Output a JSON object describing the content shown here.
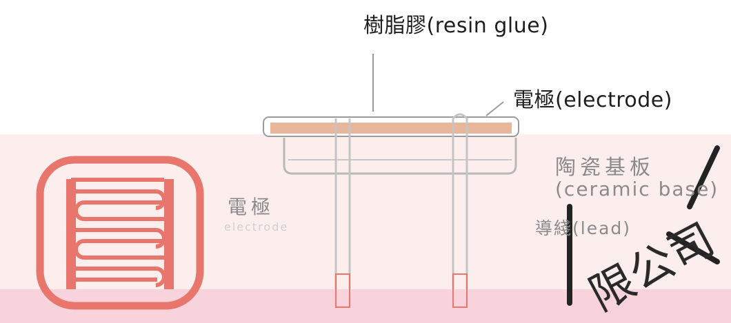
{
  "labels": {
    "resin_glue": "樹脂膠(resin glue)",
    "electrode_top": "電極(electrode)",
    "ceramic_base_cn": "陶瓷基板",
    "ceramic_base_en": "(ceramic base)",
    "lead": "導綫(lead)",
    "electrode_left_cn": "電極",
    "electrode_left_en": "electrode",
    "watermark": "限公司"
  },
  "colors": {
    "electrode": "#e9766d",
    "resin": "#e8b69a",
    "outline": "#b8b8b8",
    "band_light": "#fdeeee",
    "band_dark": "#f9d3db"
  }
}
